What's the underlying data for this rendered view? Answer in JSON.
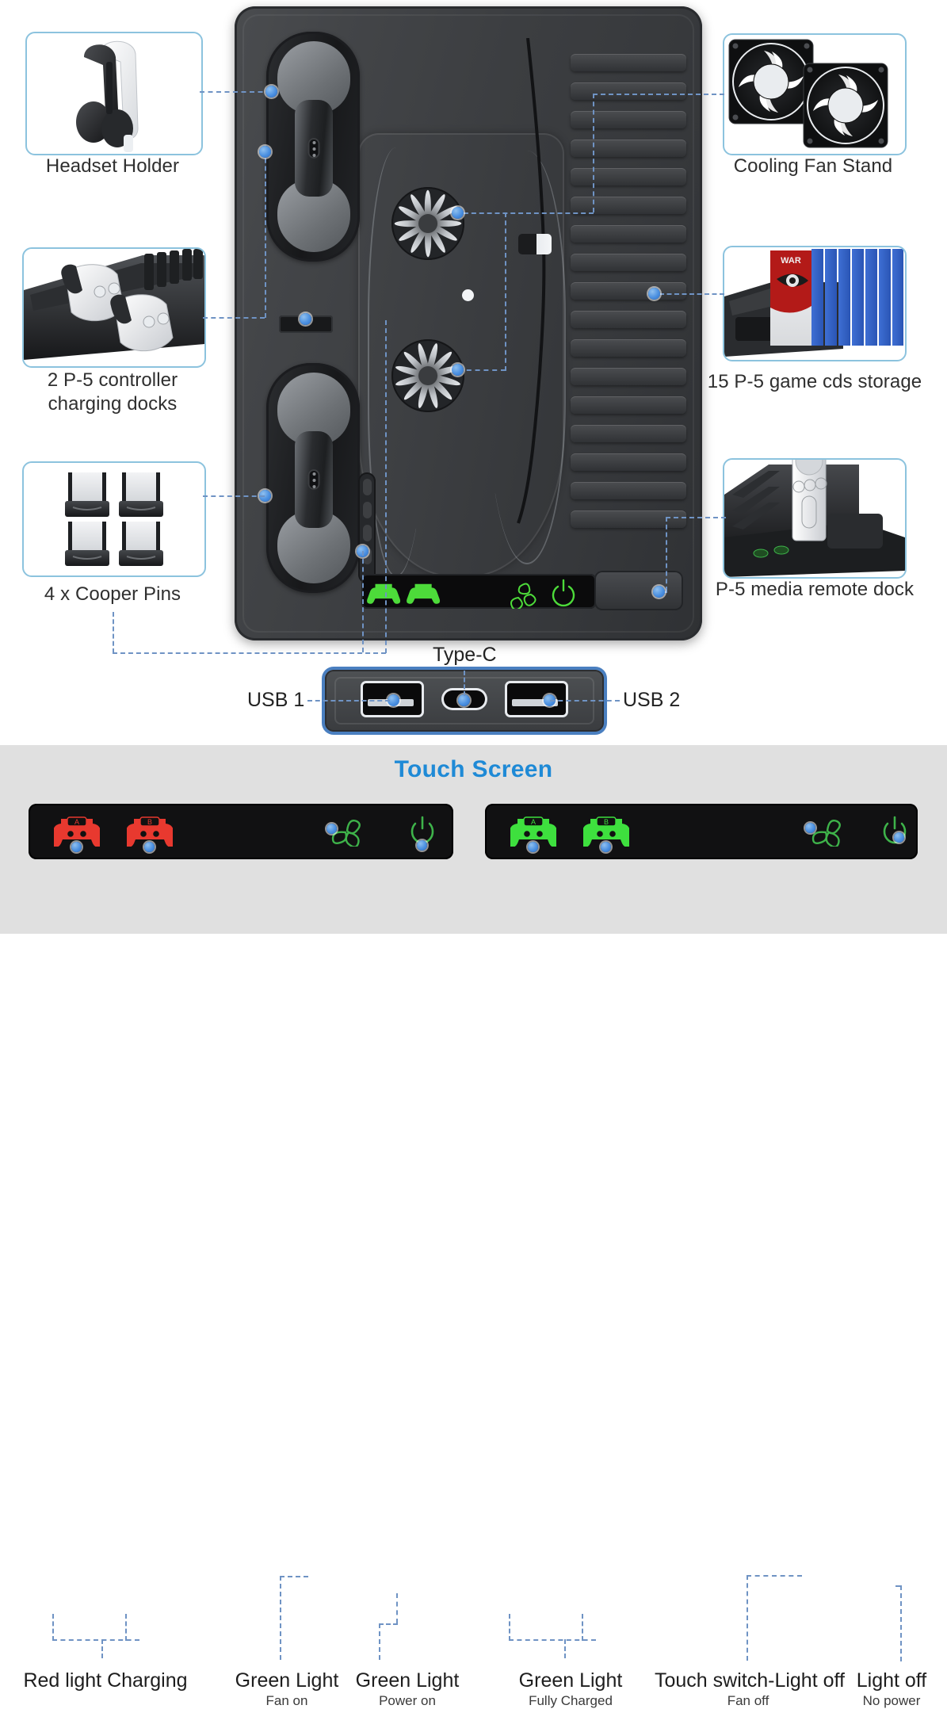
{
  "page": {
    "background": "#ffffff",
    "accent_blue": "#1f8ad6",
    "callout_border": "#8cc3de",
    "connector_line": "#6f93c4",
    "band_background": "#e0e0e0"
  },
  "callouts": [
    {
      "id": "headset-holder",
      "label": "Headset Holder",
      "icon": "headset-icon"
    },
    {
      "id": "controller-docks",
      "label_line1": "2 P-5 controller",
      "label_line2": "charging docks",
      "icon": "controller-dock-icon"
    },
    {
      "id": "cooper-pins",
      "label": "4 x Cooper Pins",
      "icon": "usb-c-pin-icon"
    },
    {
      "id": "cooling-fan",
      "label": "Cooling Fan Stand",
      "icon": "cooling-fan-icon"
    },
    {
      "id": "cds-storage",
      "label": "15 P-5 game cds storage",
      "icon": "game-cds-icon"
    },
    {
      "id": "media-remote",
      "label": "P-5 media remote dock",
      "icon": "media-remote-icon"
    }
  ],
  "ports": {
    "usb1": "USB 1",
    "usb2": "USB 2",
    "typec": "Type-C"
  },
  "touch_screen": {
    "title": "Touch Screen",
    "left_panel": {
      "controller_a": "A",
      "controller_b": "B",
      "controller_color": "#e8392f",
      "fan_color": "#3eb34a",
      "power_color": "#3eb34a",
      "labels": [
        {
          "main": "Red light Charging",
          "sub": ""
        },
        {
          "main": "Green Light",
          "sub": "Fan on"
        },
        {
          "main": "Green Light",
          "sub": "Power on"
        }
      ]
    },
    "right_panel": {
      "controller_a": "A",
      "controller_b": "B",
      "controller_color": "#3ee03e",
      "fan_color": "#3eb34a",
      "power_color": "#3eb34a",
      "labels": [
        {
          "main": "Green Light",
          "sub": "Fully Charged"
        },
        {
          "main": "Touch switch-Light off",
          "sub": "Fan off"
        },
        {
          "main": "Light off",
          "sub": "No power"
        }
      ]
    }
  },
  "product_strip": {
    "icons": [
      "controller-a-icon",
      "controller-b-icon",
      "fan-icon",
      "power-icon"
    ],
    "icon_color": "#4ddb3a"
  }
}
